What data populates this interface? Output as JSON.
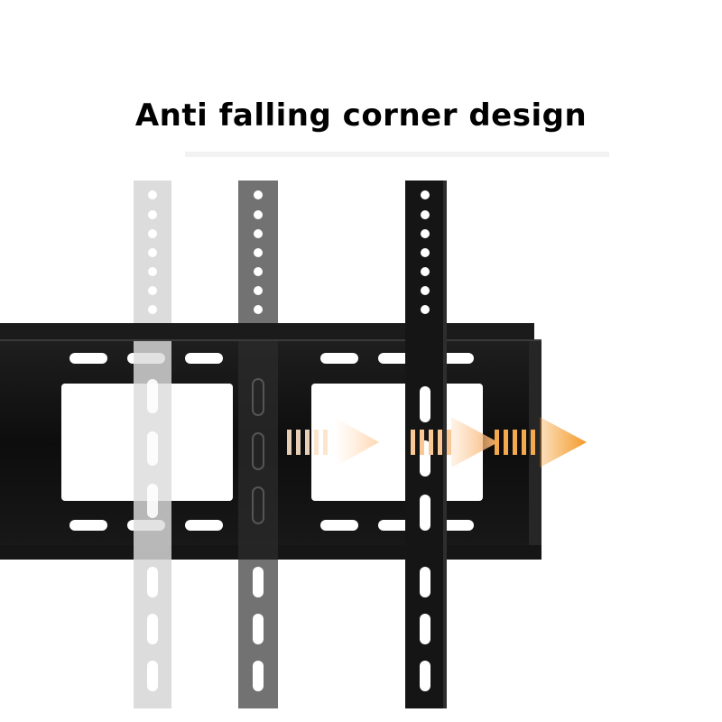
{
  "headline": {
    "text": "Anti falling corner design"
  },
  "palette": {
    "background": "#ffffff",
    "bracket": "#0b0b0b",
    "arm_light": "#d9d9d9",
    "arm_medium": "#6e6e6e",
    "arm_dark": "#141414",
    "arrow_accent": "#f39a2a"
  },
  "illustration": {
    "subject": "tv-wall-mount-bracket",
    "arms": [
      {
        "shade": "light"
      },
      {
        "shade": "medium"
      },
      {
        "shade": "dark"
      }
    ],
    "motion_arrows": 3,
    "arrow_direction": "right",
    "arrow_icon": "arrow-right-icon"
  }
}
